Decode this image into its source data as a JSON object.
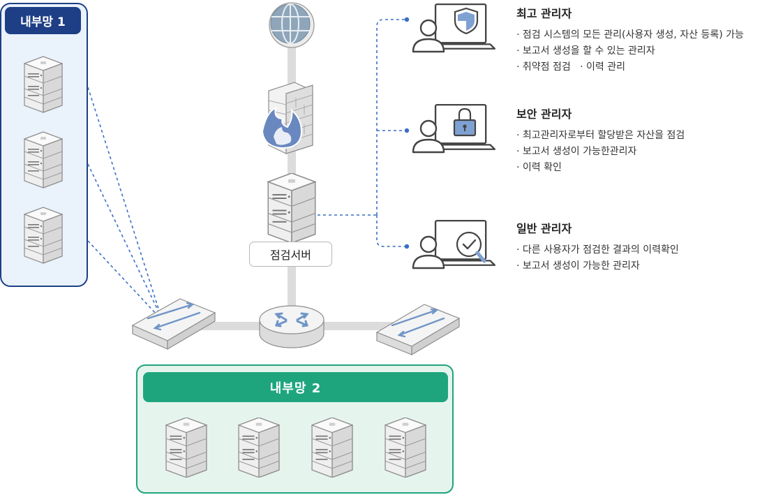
{
  "network1": {
    "title": "내부망 1"
  },
  "network2": {
    "title": "내부망 2"
  },
  "server": {
    "label": "점검서버"
  },
  "roles": [
    {
      "title": "최고 관리자",
      "icon": "shield-icon",
      "items": [
        "점검 시스템의 모든 관리(사용자 생성, 자산 등록) 가능",
        "보고서 생성을 할 수 있는 관리자",
        "취약점 점검   · 이력 관리"
      ]
    },
    {
      "title": "보안 관리자",
      "icon": "lock-icon",
      "items": [
        "최고관리자로부터 할당받은 자산을 점검",
        "보고서 생성이 가능한관리자",
        "이력 확인"
      ]
    },
    {
      "title": "일반 관리자",
      "icon": "magnifier-check-icon",
      "items": [
        "다른 사용자가 점검한 결과의 이력확인",
        "보고서 생성이 가능한 관리자"
      ]
    }
  ],
  "colors": {
    "network1_bg": "#eaf2fb",
    "network1_border": "#1e3f86",
    "network2_bg": "#e6f4ee",
    "network2_border": "#1fa57e",
    "link_dashed": "#3a6fc4",
    "cable": "#dcdcdc"
  }
}
